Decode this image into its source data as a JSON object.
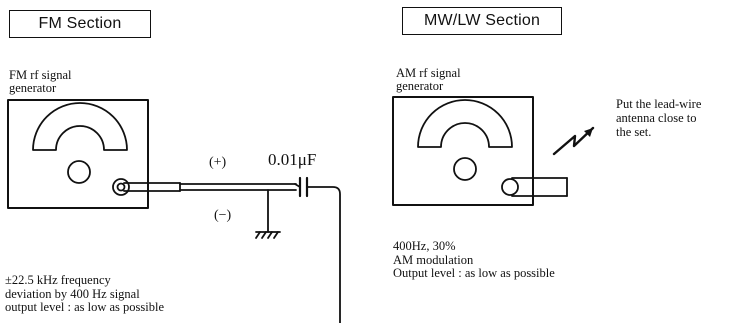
{
  "fm": {
    "section_title": "FM Section",
    "generator_label": "FM rf signal\ngenerator",
    "positive_label": "(+)",
    "negative_label": "(−)",
    "capacitor_value": "0.01μF",
    "specs": "±22.5 kHz frequency\ndeviation by 400 Hz signal\noutput level : as low as possible"
  },
  "mwlw": {
    "section_title": "MW/LW Section",
    "generator_label": "AM rf signal\ngenerator",
    "antenna_note": "Put the lead-wire\nantenna close to\nthe set.",
    "specs": "400Hz, 30%\nAM modulation\nOutput level : as low as possible"
  }
}
